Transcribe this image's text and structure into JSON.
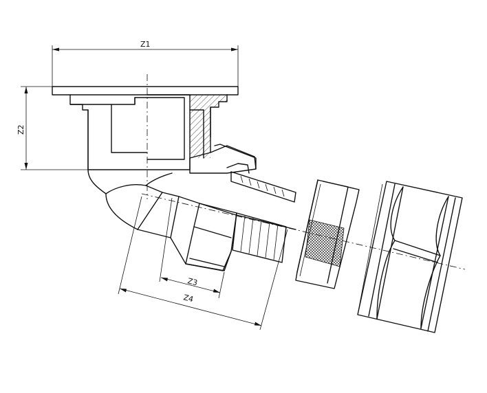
{
  "dimensions": {
    "z1": "Z1",
    "z2": "Z2",
    "z3": "Z3",
    "z4": "Z4"
  },
  "colors": {
    "line": "#111111",
    "background": "#ffffff"
  }
}
